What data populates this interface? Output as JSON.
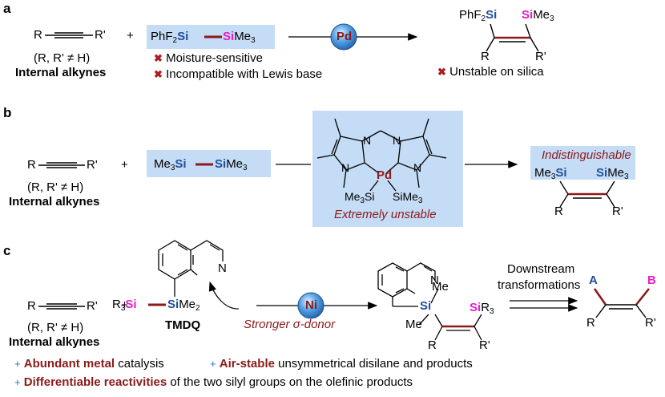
{
  "panel_a": {
    "label": "a",
    "alkyne_r": "R",
    "alkyne_r2": "R'",
    "alkyne_cond": "(R, R' ≠ H)",
    "alkyne_name": "Internal alkynes",
    "plus": "+",
    "silane_left": "PhF",
    "silane_left_sub": "2",
    "silane_si1": "Si",
    "silane_si2": "Si",
    "silane_right": "Me",
    "silane_right_sub": "3",
    "notes": [
      "Moisture-sensitive",
      "Incompatible with Lewis base"
    ],
    "catalyst": "Pd",
    "product_left": "PhF",
    "product_left_sub": "2",
    "product_si1": "Si",
    "product_si2": "Si",
    "product_right": "Me",
    "product_right_sub": "3",
    "product_r": "R",
    "product_r2": "R'",
    "product_note": "Unstable on silica"
  },
  "panel_b": {
    "label": "b",
    "alkyne_r": "R",
    "alkyne_r2": "R'",
    "alkyne_cond": "(R, R' ≠ H)",
    "alkyne_name": "Internal alkynes",
    "plus": "+",
    "disilane_left": "Me",
    "disilane_left_sub": "3",
    "disilane_si1": "Si",
    "disilane_si2": "Si",
    "disilane_right": "Me",
    "disilane_right_sub": "3",
    "complex_pd": "Pd",
    "complex_n": [
      "N",
      "N",
      "N",
      "N"
    ],
    "complex_left_ligand": "Me",
    "complex_left_ligand_sub": "3",
    "complex_si_left": "Si",
    "complex_si_right": "Si",
    "complex_right_ligand": "Me",
    "complex_right_ligand_sub": "3",
    "complex_note": "Extremely unstable",
    "product_note": "Indistinguishable",
    "product_left": "Me",
    "product_left_sub": "3",
    "product_si1": "Si",
    "product_si2": "Si",
    "product_right": "Me",
    "product_right_sub": "3",
    "product_r": "R",
    "product_r2": "R'"
  },
  "panel_c": {
    "label": "c",
    "alkyne_r": "R",
    "alkyne_r2": "R'",
    "alkyne_cond": "(R, R' ≠ H)",
    "alkyne_name": "Internal alkynes",
    "plus": "+",
    "reagent_n": "N",
    "reagent_r": "R",
    "reagent_r_sub": "3",
    "reagent_si1": "Si",
    "reagent_si2": "Si",
    "reagent_me": "Me",
    "reagent_me_sub": "2",
    "reagent_name": "TMDQ",
    "catalyst": "Ni",
    "donor_note": "Stronger σ-donor",
    "product_n": "N",
    "product_si": "Si",
    "product_me_top": "Me",
    "product_me_bottom": "Me",
    "product_si2": "Si",
    "product_r3": "R",
    "product_r3_sub": "3",
    "product_r": "R",
    "product_r2": "R'",
    "downstream_line1": "Downstream",
    "downstream_line2": "transformations",
    "final_a": "A",
    "final_b": "B",
    "final_r": "R",
    "final_r2": "R'",
    "bullets": [
      {
        "marker": "+",
        "highlight": "Abundant metal",
        "rest": " catalysis"
      },
      {
        "marker": "+",
        "highlight": "Air-stable",
        "rest": " unsymmetrical disilane and products"
      },
      {
        "marker": "+",
        "highlight": "Differentiable reactivities",
        "rest": " of the two silyl groups on the olefinic products"
      }
    ]
  },
  "colors": {
    "si_blue": "#1f4e9c",
    "si_magenta": "#e61ec8",
    "dark_red": "#8b1a1a",
    "box_blue": "#c4dcf5",
    "bond_dark_red": "#8b1a1a",
    "catalyst_ball": "#2f86d6"
  }
}
